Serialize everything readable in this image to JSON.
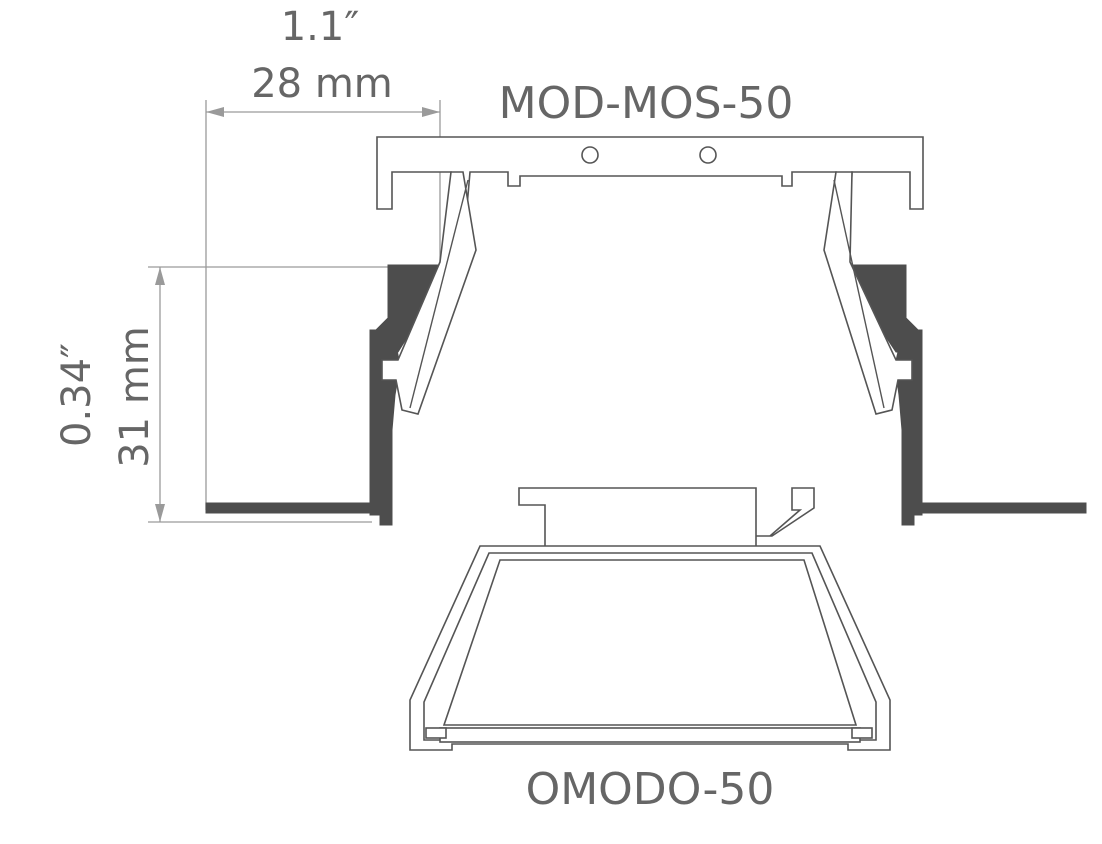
{
  "dimensions": {
    "width": {
      "imperial": "1.1″",
      "metric": "28 mm"
    },
    "height": {
      "imperial": "0.34″",
      "metric": "31 mm"
    }
  },
  "parts": {
    "top": "MOD-MOS-50",
    "bottom": "OMODO-50"
  },
  "colors": {
    "outline": "#555555",
    "solid": "#4d4d4d",
    "dimension": "#9a9a9a",
    "text": "#666666"
  }
}
